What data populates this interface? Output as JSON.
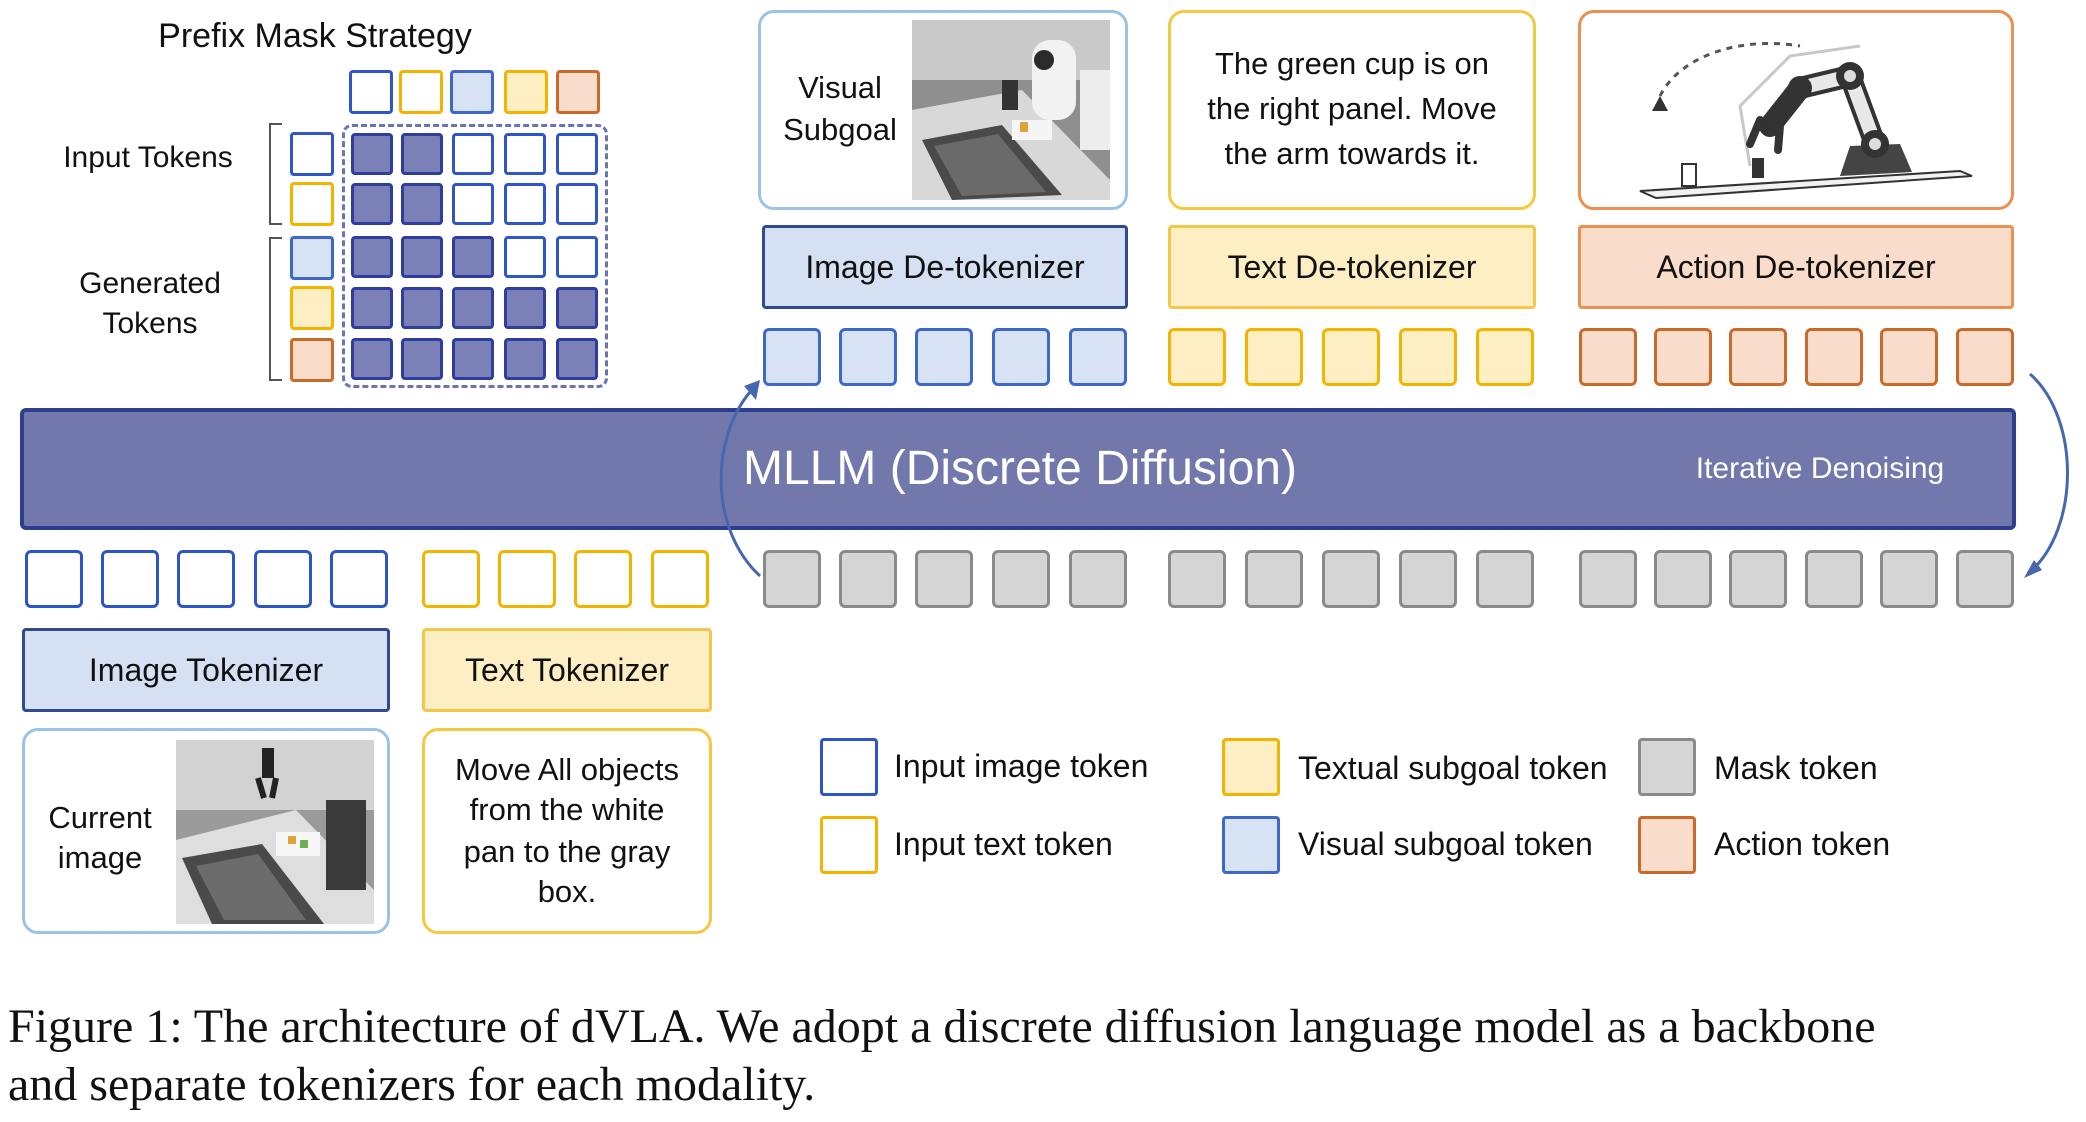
{
  "prefix_mask": {
    "title": "Prefix Mask Strategy",
    "input_tokens_label": "Input Tokens",
    "generated_tokens_label_1": "Generated",
    "generated_tokens_label_2": "Tokens"
  },
  "top": {
    "visual_subgoal_1": "Visual",
    "visual_subgoal_2": "Subgoal",
    "text_subgoal_1": "The green cup is on",
    "text_subgoal_2": "the right panel. Move",
    "text_subgoal_3": "the arm towards it.",
    "image_detok": "Image De-tokenizer",
    "text_detok": "Text De-tokenizer",
    "action_detok": "Action De-tokenizer"
  },
  "mllm": {
    "label": "MLLM (Discrete Diffusion)",
    "iterative": "Iterative Denoising"
  },
  "bottom": {
    "image_tokenizer": "Image Tokenizer",
    "text_tokenizer": "Text Tokenizer",
    "current_1": "Current",
    "current_2": "image",
    "instr_1": "Move All objects",
    "instr_2": "from the white",
    "instr_3": "pan to the gray",
    "instr_4": "box."
  },
  "legend": {
    "input_image": "Input image token",
    "input_text": "Input text token",
    "textual_subgoal": "Textual subgoal token",
    "visual_subgoal": "Visual subgoal token",
    "mask": "Mask token",
    "action": "Action token"
  },
  "caption": {
    "line1": "Figure 1: The architecture of dVLA. We adopt a discrete diffusion language model as a backbone",
    "line2": "and separate tokenizers for each modality."
  },
  "colors": {
    "mllm_fill": "#7378ac",
    "mllm_border": "#2f3d8e",
    "image_blue": "#2b55c8",
    "text_yellow": "#f3b400",
    "action_orange": "#c96a2b",
    "mask_gray": "#8a8a8a"
  }
}
